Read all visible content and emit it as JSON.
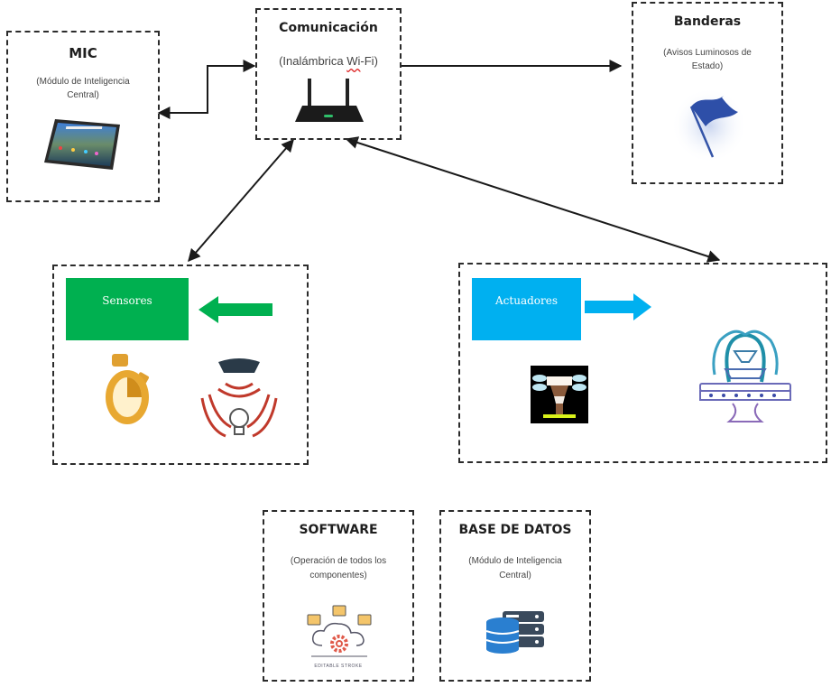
{
  "diagram": {
    "nodes": {
      "mic": {
        "title": "MIC",
        "subtitle_line1": "(Módulo de Inteligencia",
        "subtitle_line2": "Central)",
        "icon": "tablet-icon"
      },
      "comunicacion": {
        "title": "Comunicación",
        "subtitle_prefix": "(Inalámbrica ",
        "subtitle_wavy": "Wi",
        "subtitle_suffix": "-Fi)",
        "icon": "wifi-router-icon"
      },
      "banderas": {
        "title": "Banderas",
        "subtitle_line1": "(Avisos Luminosos de",
        "subtitle_line2": "Estado)",
        "icon": "flag-icon"
      },
      "sensores": {
        "label": "Sensores",
        "color": "#00b050",
        "icons": [
          "stopwatch-icon",
          "motion-sensor-light-icon"
        ]
      },
      "actuadores": {
        "label": "Actuadores",
        "color": "#00b0f0",
        "icons": [
          "sprinkler-icon",
          "fountain-icon"
        ]
      },
      "software": {
        "title": "SOFTWARE",
        "subtitle_line1": "(Operación de todos los",
        "subtitle_line2": "componentes)",
        "icon": "cloud-gear-folders-icon",
        "icon_caption": "EDITABLE STROKE"
      },
      "base_datos": {
        "title": "BASE DE DATOS",
        "subtitle_line1": "(Módulo de Inteligencia",
        "subtitle_line2": "Central)",
        "icon": "database-server-icon"
      }
    },
    "edges": [
      {
        "from": "comunicacion",
        "to": "mic",
        "direction": "bidirectional"
      },
      {
        "from": "comunicacion",
        "to": "banderas",
        "direction": "one-way"
      },
      {
        "from": "comunicacion",
        "to": "sensores",
        "direction": "bidirectional"
      },
      {
        "from": "comunicacion",
        "to": "actuadores",
        "direction": "bidirectional"
      }
    ],
    "colors": {
      "sensor_green": "#00b050",
      "actuator_blue": "#00b0f0",
      "flag_blue": "#2e4fa8",
      "line": "#1a1a1a"
    }
  }
}
